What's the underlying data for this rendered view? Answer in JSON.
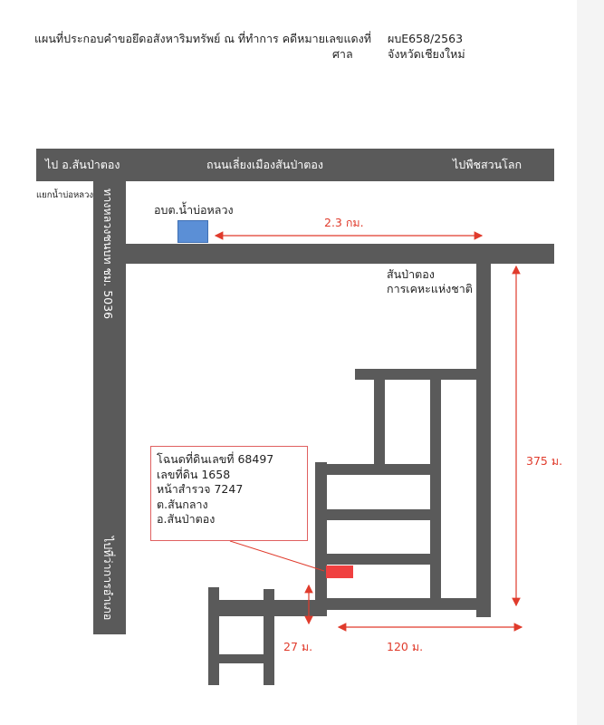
{
  "header": {
    "title_line1": "แผนที่ประกอบคำขอยึดอสังหาริมทรัพย์ ณ ที่ทำการ คดีหมายเลขแดงที่",
    "title_line2": "ศาล",
    "case_number": "ผบE658/2563",
    "court": "จังหวัดเชียงใหม่"
  },
  "map": {
    "top_road": {
      "left_label": "ไป อ.สันป่าตอง",
      "center_label": "ถนนเลี่ยงเมืองสันป่าตอง",
      "right_label": "ไปพืชสวนโลก"
    },
    "junction_label": "แยกน้ำบ่อหลวง",
    "left_road_label_top": "ทางหลวงชนบท ชม. 5036",
    "left_road_label_bottom": "ไปที่ว่าการอำเภอ",
    "landmark_office": "อบต.น้ำบ่อหลวง",
    "landmark_office_color": "#5b8fd6",
    "distance_top": "2.3 กม.",
    "landmark_school_line1": "สันป่าตอง",
    "landmark_school_line2": "การเคหะแห่งชาติ",
    "distance_right": "375 ม.",
    "distance_bottom": "120 ม.",
    "distance_small": "27 ม.",
    "plot_color": "#f04040",
    "road_color": "#5a5a5a",
    "annotation_color": "#e03b2c"
  },
  "plot_info": {
    "line1": "โฉนดที่ดินเลขที่ 68497",
    "line2": "เลขที่ดิน 1658",
    "line3": "หน้าสำรวจ 7247",
    "line4": "ต.สันกลาง",
    "line5": "อ.สันป่าตอง"
  }
}
